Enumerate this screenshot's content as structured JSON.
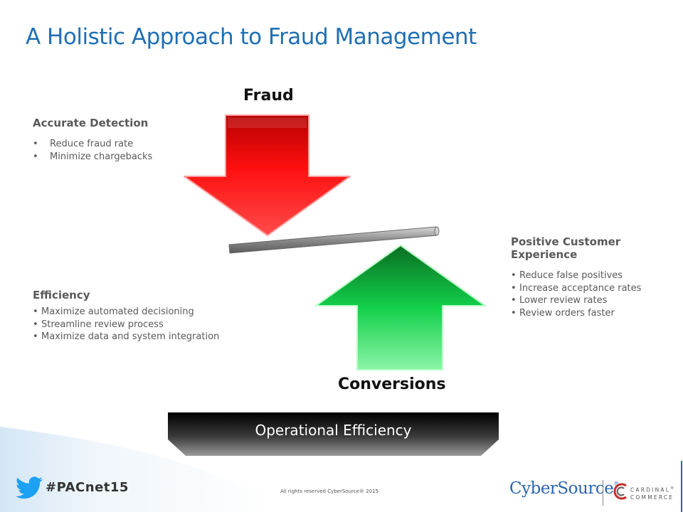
{
  "title": "A Holistic Approach to Fraud Management",
  "arrows": {
    "fraud_label": "Fraud",
    "conversions_label": "Conversions"
  },
  "blocks": {
    "accurate_detection": {
      "heading": "Accurate Detection",
      "items": [
        "Reduce fraud rate",
        "Minimize chargebacks"
      ]
    },
    "efficiency": {
      "heading": "Efficiency",
      "items": [
        "Maximize automated decisioning",
        "Streamline review process",
        "Maximize data and system integration"
      ]
    },
    "positive_customer_experience": {
      "heading": "Positive Customer Experience",
      "items": [
        "Reduce false positives",
        "Increase acceptance rates",
        "Lower review rates",
        "Review orders faster"
      ]
    }
  },
  "base": {
    "label": "Operational Efficiency"
  },
  "footer": {
    "hashtag": "#PACnet15",
    "copyright": "All rights reserved CyberSource® 2015",
    "logo_cybersource": "CyberSource",
    "logo_cybersource_mark": "®",
    "logo_cardinal_line1": "CARDINAL",
    "logo_cardinal_mark": "®",
    "logo_cardinal_line2": "COMMERCE"
  },
  "colors": {
    "title": "#1f6fb5",
    "fraud_arrow": "#e00000",
    "conversions_arrow": "#10c040",
    "twitter": "#1da1f2",
    "cybersource": "#2a64b0"
  }
}
